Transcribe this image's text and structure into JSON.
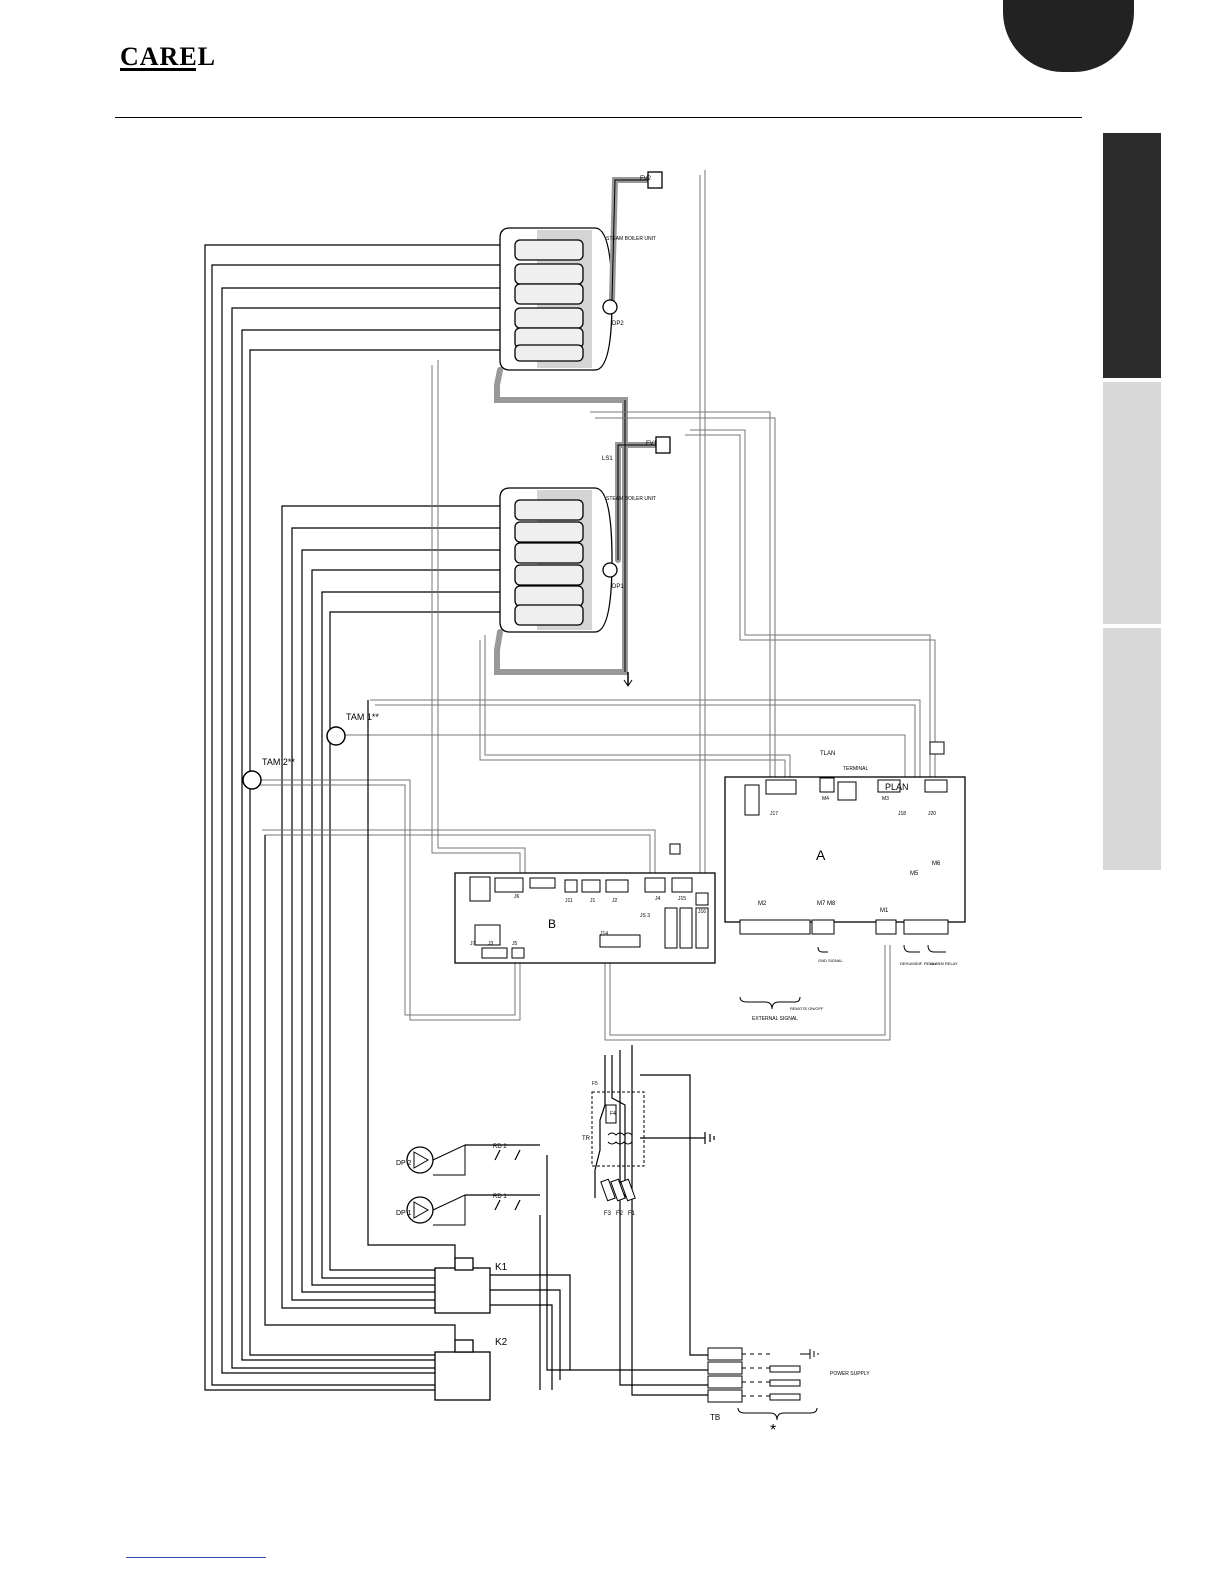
{
  "header": {
    "brand": "CAREL"
  },
  "diagram": {
    "unit_label": "STEAM BOILER UNIT",
    "labels": {
      "fv2": "FV2",
      "fv1": "FV1",
      "dp2": "DP2",
      "dp1": "DP1",
      "ls1": "LS1",
      "tam1": "TAM 1**",
      "tam2": "TAM 2**",
      "board_a": "A",
      "board_b": "B",
      "tlan": "TLAN",
      "plan": "PLAN",
      "terminal": "TERMINAL",
      "j17": "J17",
      "j18": "J18",
      "j20": "J20",
      "m4": "M4",
      "m3": "M3",
      "m1": "M1",
      "m2": "M2",
      "m5": "M5",
      "m6": "M6",
      "m7": "M7",
      "m8": "M8",
      "j5": "J5",
      "j3": "J3",
      "j7": "J7",
      "j6": "J6",
      "j11": "J11",
      "j1": "J1",
      "j2": "J2",
      "j4": "J4",
      "j14": "J14",
      "j15": "J15",
      "j16": "J16",
      "js3": "JS 3",
      "external_signal": "EXTERNAL SIGNAL",
      "remote_on_off": "REMOTE ON/OFF",
      "gnd_signal": "GND SIGNAL",
      "dehumidif_relay": "DEHUMIDIF. RELAY",
      "alarm_relay": "ALARM RELAY",
      "tr": "TR",
      "f1": "F1",
      "f2": "F2",
      "f3": "F3",
      "f4": "F4",
      "f5": "F5",
      "rd1": "RD 1",
      "rd2": "RD 2",
      "pump1": "DP 1",
      "pump2": "DP 2",
      "k1": "K1",
      "k2": "K2",
      "tb": "TB",
      "power_supply": "POWER SUPPLY",
      "asterisk": "*"
    }
  }
}
